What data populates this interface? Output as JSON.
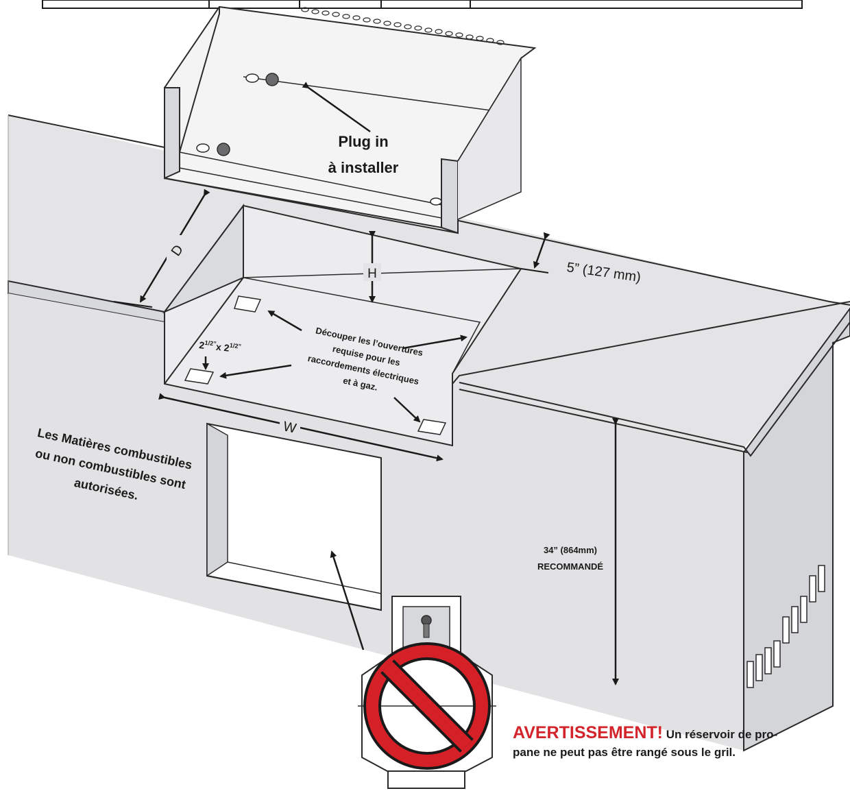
{
  "header_table": {
    "cells": [
      "",
      "",
      "",
      "",
      ""
    ]
  },
  "labels": {
    "plug_in_line1": "Plug in",
    "plug_in_line2": "à installer",
    "depth": "D",
    "height": "H",
    "width": "W",
    "lip_dimension": "5” (127 mm)",
    "cutout_size_main": "2",
    "cutout_size_frac1": "1/2”",
    "cutout_size_x": "x 2",
    "cutout_size_frac2": "1/2”",
    "cutout_note": [
      "Découper les l’ouvertures",
      "requise pour les",
      "raccordements électriques",
      "et à gaz."
    ],
    "materials_note": [
      "Les Matières combustibles",
      "ou non combustibles sont",
      "autorisées."
    ],
    "counter_height_value": "34” (864mm)",
    "counter_height_note": "RECOMMANDÉ",
    "warning_title": "AVERTISSEMENT!",
    "warning_text_line1": " Un réservoir de pro-",
    "warning_text_line2": "pane ne peut pas être rangé sous le gril."
  },
  "colors": {
    "surface": "#e4e4e6",
    "surface_dark": "#cfd0d3",
    "outline": "#2a2a2a",
    "warning_red": "#d2242a",
    "prohibition_red": "#d62027"
  }
}
